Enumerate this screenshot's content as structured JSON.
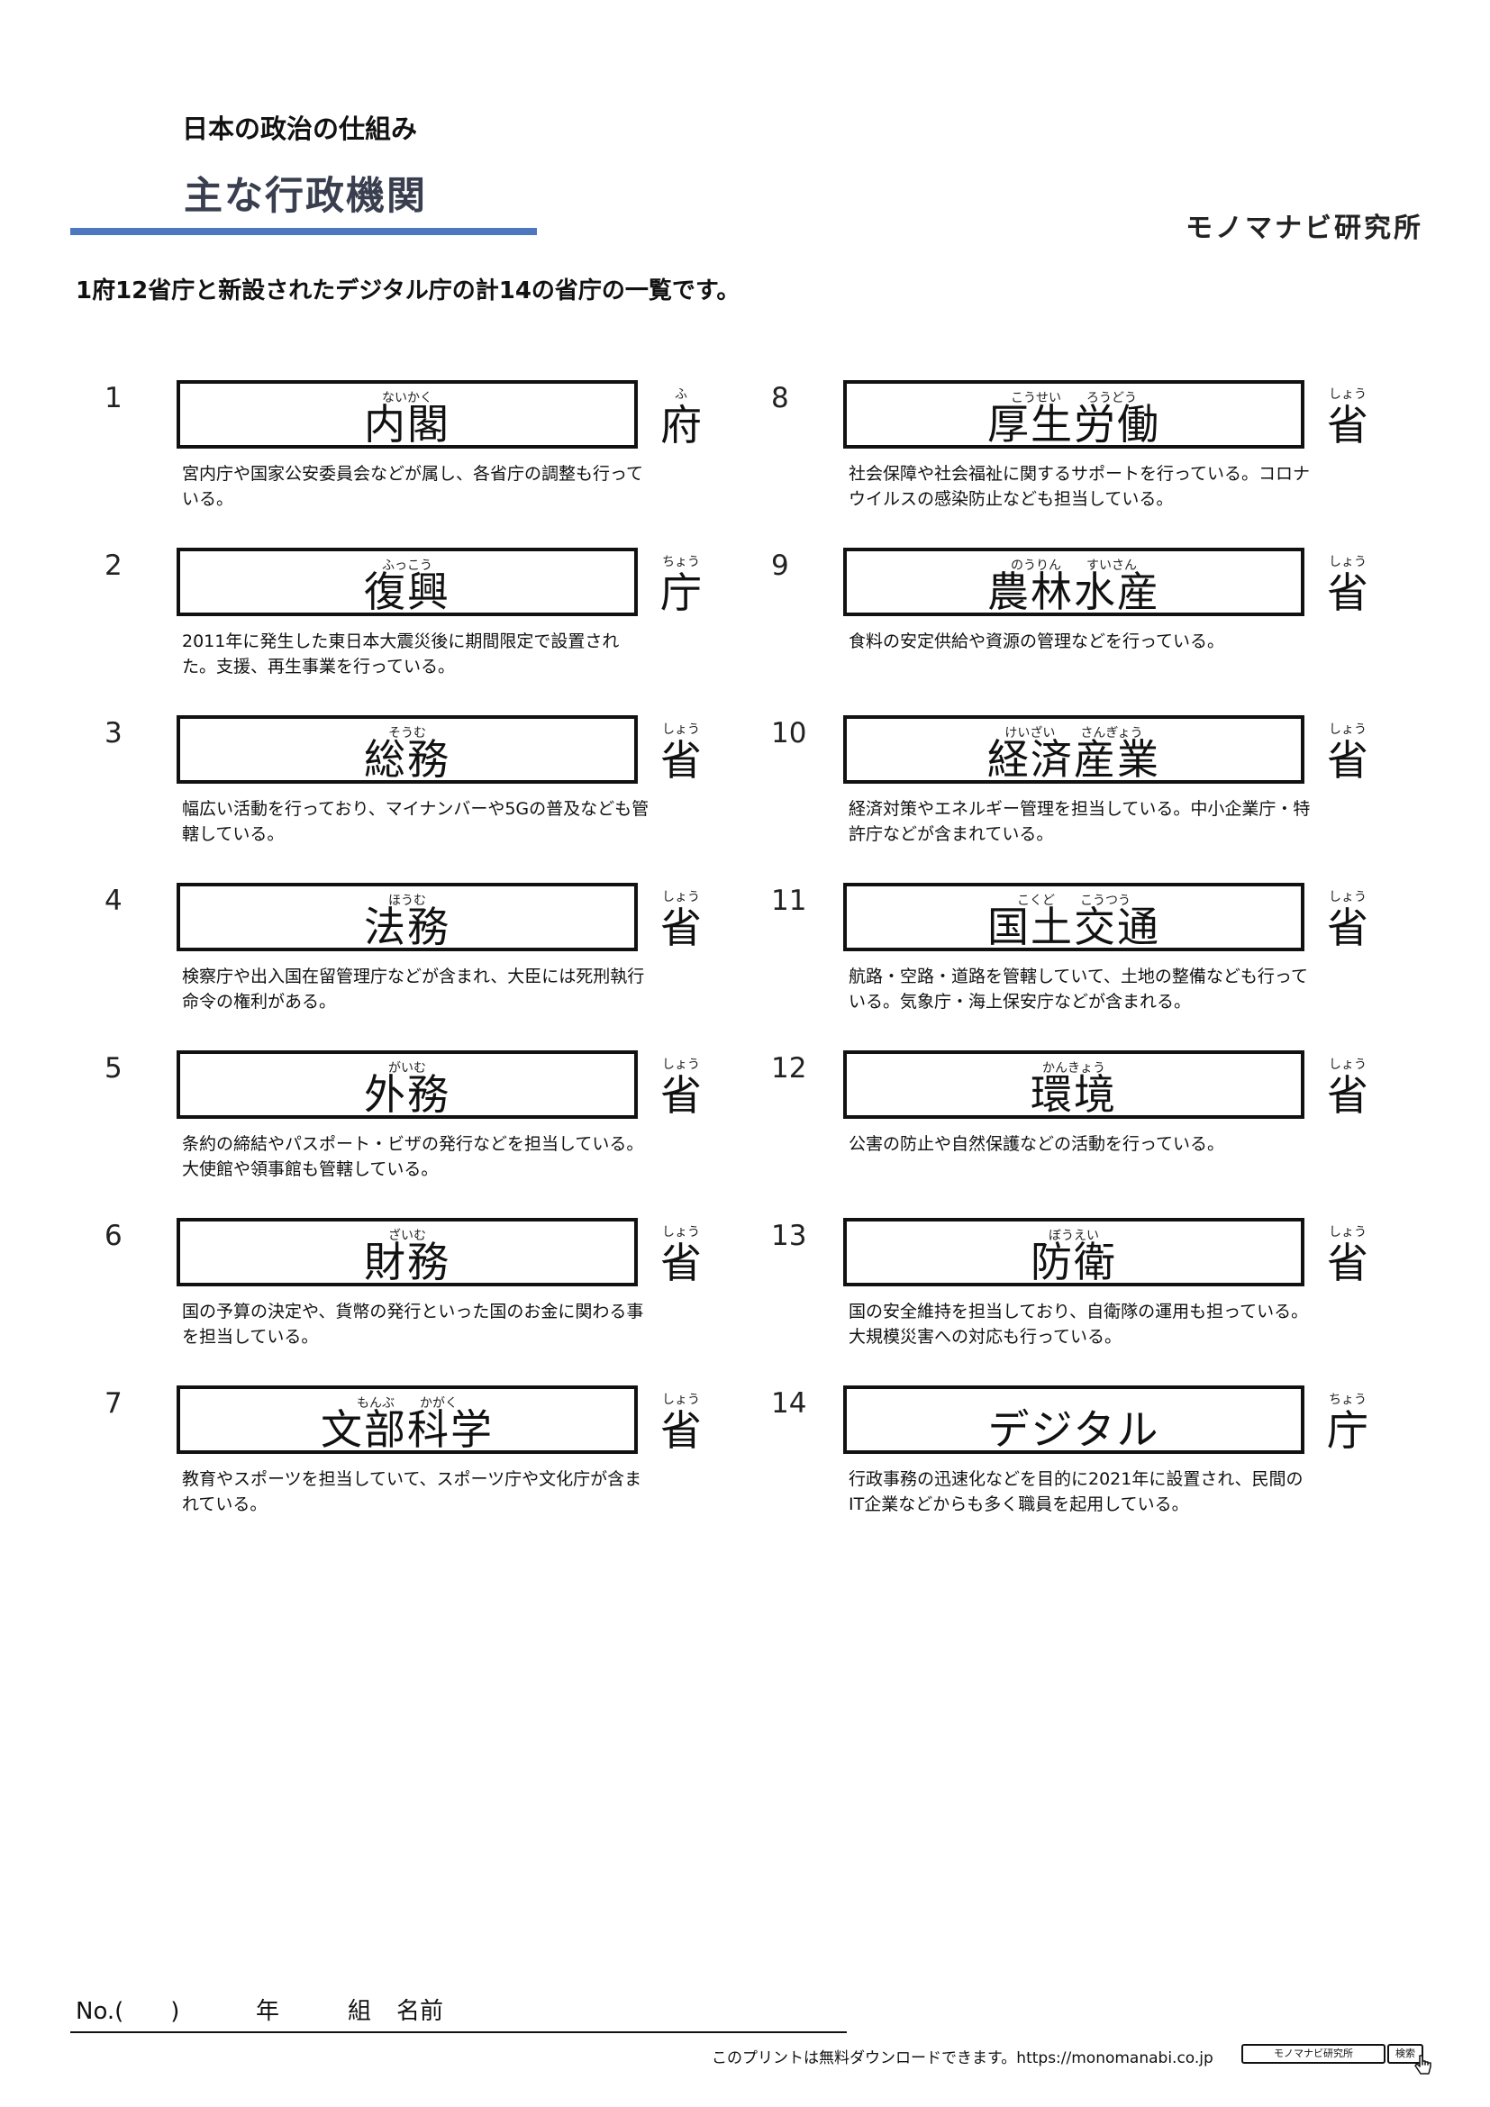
{
  "header": {
    "subject": "日本の政治の仕組み",
    "title": "主な行政機関",
    "brand": "モノマナビ研究所",
    "intro": "1府12省庁と新設されたデジタル庁の計14の省庁の一覧です。"
  },
  "colors": {
    "accent": "#4d78c0"
  },
  "entries": [
    {
      "num": "1",
      "ruby": "ないかく",
      "name": "内閣",
      "suffix_ruby": "ふ",
      "suffix": "府",
      "desc": "宮内庁や国家公安委員会などが属し、各省庁の調整も行っている。"
    },
    {
      "num": "2",
      "ruby": "ふっこう",
      "name": "復興",
      "suffix_ruby": "ちょう",
      "suffix": "庁",
      "desc": "2011年に発生した東日本大震災後に期間限定で設置された。支援、再生事業を行っている。"
    },
    {
      "num": "3",
      "ruby": "そうむ",
      "name": "総務",
      "suffix_ruby": "しょう",
      "suffix": "省",
      "desc": "幅広い活動を行っており、マイナンバーや5Gの普及なども管轄している。"
    },
    {
      "num": "4",
      "ruby": "ほうむ",
      "name": "法務",
      "suffix_ruby": "しょう",
      "suffix": "省",
      "desc": "検察庁や出入国在留管理庁などが含まれ、大臣には死刑執行命令の権利がある。"
    },
    {
      "num": "5",
      "ruby": "がいむ",
      "name": "外務",
      "suffix_ruby": "しょう",
      "suffix": "省",
      "desc": "条約の締結やパスポート・ビザの発行などを担当している。大使館や領事館も管轄している。"
    },
    {
      "num": "6",
      "ruby": "ざいむ",
      "name": "財務",
      "suffix_ruby": "しょう",
      "suffix": "省",
      "desc": "国の予算の決定や、貨幣の発行といった国のお金に関わる事を担当している。"
    },
    {
      "num": "7",
      "ruby": "もんぶ　　かがく",
      "name": "文部科学",
      "suffix_ruby": "しょう",
      "suffix": "省",
      "desc": "教育やスポーツを担当していて、スポーツ庁や文化庁が含まれている。"
    },
    {
      "num": "8",
      "ruby": "こうせい　　ろうどう",
      "name": "厚生労働",
      "suffix_ruby": "しょう",
      "suffix": "省",
      "desc": "社会保障や社会福祉に関するサポートを行っている。コロナウイルスの感染防止なども担当している。"
    },
    {
      "num": "9",
      "ruby": "のうりん　　すいさん",
      "name": "農林水産",
      "suffix_ruby": "しょう",
      "suffix": "省",
      "desc": "食料の安定供給や資源の管理などを行っている。"
    },
    {
      "num": "10",
      "ruby": "けいざい　　さんぎょう",
      "name": "経済産業",
      "suffix_ruby": "しょう",
      "suffix": "省",
      "desc": "経済対策やエネルギー管理を担当している。中小企業庁・特許庁などが含まれている。"
    },
    {
      "num": "11",
      "ruby": "こくど　　こうつう",
      "name": "国土交通",
      "suffix_ruby": "しょう",
      "suffix": "省",
      "desc": "航路・空路・道路を管轄していて、土地の整備なども行っている。気象庁・海上保安庁などが含まれる。"
    },
    {
      "num": "12",
      "ruby": "かんきょう",
      "name": "環境",
      "suffix_ruby": "しょう",
      "suffix": "省",
      "desc": "公害の防止や自然保護などの活動を行っている。"
    },
    {
      "num": "13",
      "ruby": "ぼうえい",
      "name": "防衛",
      "suffix_ruby": "しょう",
      "suffix": "省",
      "desc": "国の安全維持を担当しており、自衛隊の運用も担っている。大規模災害への対応も行っている。"
    },
    {
      "num": "14",
      "ruby": "",
      "name": "デジタル",
      "suffix_ruby": "ちょう",
      "suffix": "庁",
      "desc": "行政事務の迅速化などを目的に2021年に設置され、民間のIT企業などからも多く職員を起用している。"
    }
  ],
  "footer": {
    "no_label": "No.(　　)",
    "year_label": "年",
    "class_label": "組",
    "name_label": "名前",
    "note": "このプリントは無料ダウンロードできます。https://monomanabi.co.jp",
    "search_box_text": "モノマナビ研究所",
    "search_button": "検索"
  }
}
